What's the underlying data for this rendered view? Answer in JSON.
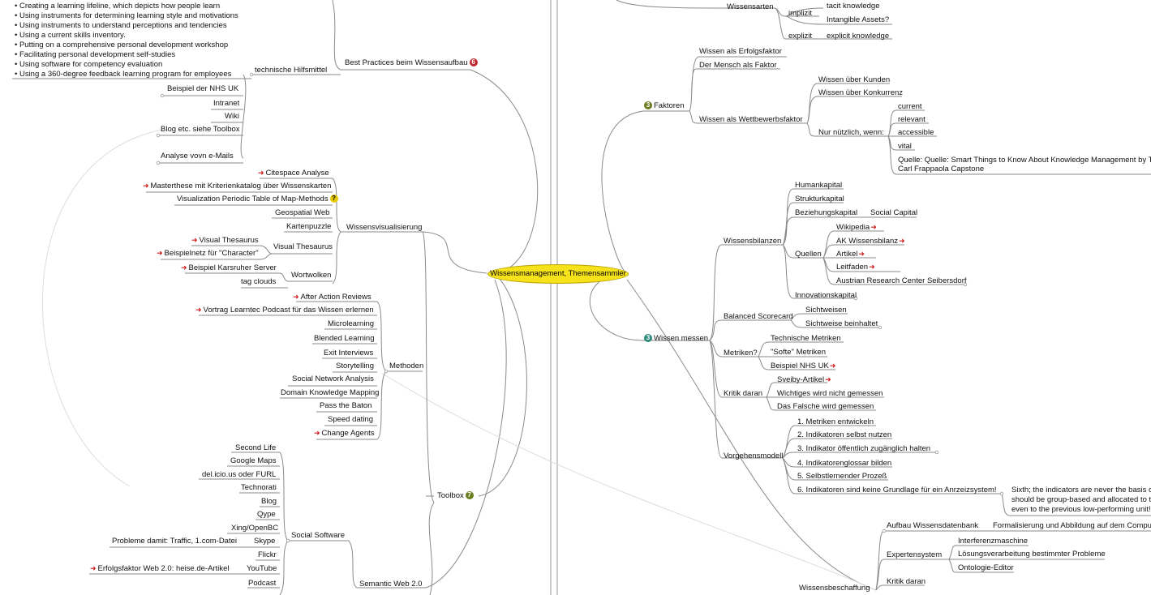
{
  "center": "Wissensmanagement, Themensammler",
  "bullets": [
    "• Creating a learning lifeline, which depicts how people learn",
    "• Using instruments for determining learning style and motivations",
    "• Using instruments to understand perceptions and tendencies",
    "• Using a current skills inventory.",
    "• Putting on a comprehensive personal development workshop",
    "• Facilitating personal development self-studies",
    "• Using software for competency evaluation",
    "• Using a 360-degree feedback learning program for employees"
  ],
  "left": {
    "best_practices": "Best Practices beim Wissensaufbau",
    "best_practices_badge": "6",
    "technische": "technische Hilfsmittel",
    "nhs": "Beispiel der NHS UK",
    "intranet": "Intranet",
    "wiki": "Wiki",
    "blog_toolbox": "Blog etc. siehe Toolbox",
    "analyse": "Analyse vovn e-Mails",
    "visualisierung": "Wissensvisualisierung",
    "vis_items": {
      "citespace": "Citespace Analyse",
      "masterthese": "Masterthese mit Kriterienkatalog über Wissenskarten",
      "periodic": "Visualization Periodic Table of Map-Methods",
      "geospatial": "Geospatial Web",
      "kartenpuzzle": "Kartenpuzzle",
      "visual_thesaurus_1": "Visual Thesaurus",
      "beispielnetz": "Beispielnetz für \"Character\"",
      "visual_thesaurus_2": "Visual Thesaurus",
      "karlsruher": "Beispiel Karsruher Server",
      "wortwolken": "Wortwolken",
      "tag_clouds": "tag clouds"
    },
    "methoden": "Methoden",
    "method_items": {
      "aar": "After Action Reviews",
      "learntec": "Vortrag Learntec Podcast für das Wissen erlernen",
      "microlearning": "Microlearning",
      "blended": "Blended Learning",
      "exit": "Exit Interviews",
      "story": "Storytelling",
      "sna": "Social Network Analysis",
      "dkm": "Domain Knowledge Mapping",
      "baton": "Pass the Baton",
      "speed": "Speed dating",
      "change": "Change Agents"
    },
    "toolbox": "Toolbox",
    "toolbox_badge": "7",
    "social_software": "Social Software",
    "social_items": {
      "second_life": "Second Life",
      "google_maps": "Google Maps",
      "delicious": "del.icio.us oder FURL",
      "technorati": "Technorati",
      "blog": "Blog",
      "qype": "Qype",
      "xing": "Xing/OpenBC",
      "skype": "Skype",
      "skype_problem": "Probleme damit: Traffic, 1.com-Datei",
      "flickr": "Flickr",
      "youtube": "YouTube",
      "erfolgsfaktor": "Erfolgsfaktor Web 2.0: heise.de-Artikel",
      "podcast": "Podcast"
    },
    "semantic": "Semantic Web 2.0"
  },
  "right": {
    "wissensarten": "Wissensarten",
    "implizit": "implizit",
    "tacit": "tacit knowledge",
    "intangible": "Intangible Assets?",
    "explizit": "explizit",
    "explicit_knowledge": "explicit knowledge",
    "faktoren": "Faktoren",
    "faktoren_badge": "3",
    "erfolgsfaktor": "Wissen als Erfolgsfaktor",
    "mensch": "Der Mensch als Faktor",
    "wettbewerb": "Wissen als Wettbewerbsfaktor",
    "kunden": "Wissen über Kunden",
    "konkurrenz": "Wissen über Konkurrenz",
    "nuetzlich": "Nur nützlich, wenn:",
    "current": "current",
    "relevant": "relevant",
    "accessible": "accessible",
    "vital": "vital",
    "quelle_1": "Quelle: Quelle: Smart Things to Know About Knowledge Management by Th",
    "quelle_2": "Carl Frappaola Capstone",
    "wissen_messen": "Wissen messen",
    "messen_badge": "3",
    "wissensbilanzen": "Wissensbilanzen",
    "humankapital": "Humankapital",
    "strukturkapital": "Strukturkapital",
    "beziehungskapital": "Beziehungskapital",
    "social_capital": "Social Capital",
    "quellen": "Quellen",
    "wikipedia": "Wikipedia",
    "ak": "AK Wissensbilanz",
    "artikel": "Artikel",
    "leitfaden": "Leitfaden",
    "arc": "Austrian Research Center Seibersdorf",
    "innovationskapital": "Innovationskapital",
    "bsc": "Balanced Scorecard",
    "sichtweisen": "Sichtweisen",
    "sichtweise": "Sichtweise beinhaltet",
    "metriken": "Metriken?",
    "tech_metriken": "Technische Metriken",
    "softe": "\"Softe\" Metriken",
    "nhs": "Beispiel NHS UK",
    "kritik": "Kritik daran",
    "sveiby": "Sveiby-Artikel",
    "wichtiges": "Wichtiges wird nicht gemessen",
    "falsche": "Das Falsche wird gemessen",
    "vorgehen": "Vorgehensmodell",
    "steps": [
      "1. Metriken entwickeln",
      "2. Indikatoren selbst nutzen",
      "3. Indikator öffentlich zugänglich halten",
      "4. Indikatorenglossar bilden",
      "5. Selbstlernender Prozeß",
      "6. Indikatoren sind keine Grundlage für ein Anrzeizsystem!"
    ],
    "sixth_1": "Sixth; the indicators are never the basis o",
    "sixth_2": "should be group-based and allocated to th",
    "sixth_3": "even to the previous low-performing unit!",
    "beschaffung": "Wissensbeschaffung",
    "aufbau": "Aufbau Wissensdatenbank",
    "formalisierung": "Formalisierung und Abbildung auf dem Comput",
    "expertensystem": "Expertensystem",
    "interferenz": "Interferenzmaschine",
    "loesung": "Lösungsverarbeitung bestimmter Probleme",
    "ontologie": "Ontologie-Editor",
    "kritik2": "Kritik daran"
  }
}
